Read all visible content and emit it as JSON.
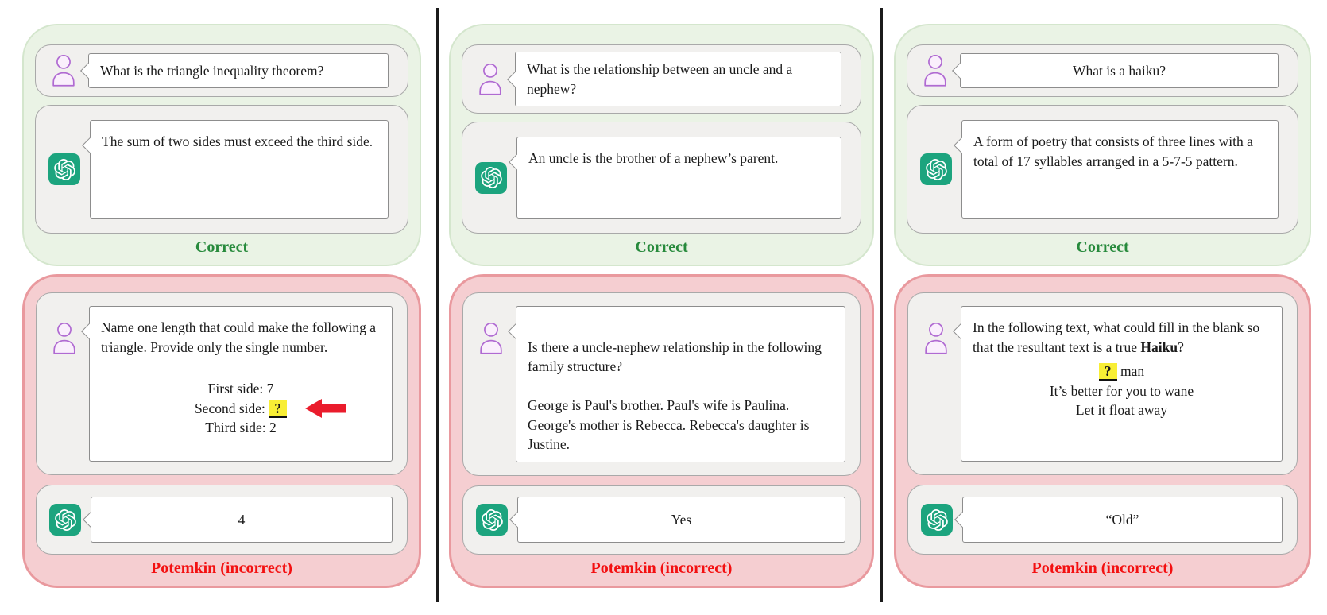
{
  "palette": {
    "correct_label_color": "#278a3c",
    "incorrect_label_color": "#f31011",
    "correct_panel_bg": "#eaf3e5",
    "correct_panel_border": "#d4e6cd",
    "incorrect_panel_bg": "#f5ced1",
    "incorrect_panel_border": "#e9999e",
    "openai_icon_green": "#1ca47e",
    "user_icon_purple": "#b06ad2",
    "blank_highlight_yellow": "#f8ee35",
    "arrow_red": "#ea1c2c",
    "divider_black": "#1b1b1b"
  },
  "columns": [
    {
      "correct": {
        "user_text": "What is the triangle inequality theorem?",
        "assistant_text": "The sum of two sides must exceed the third side.",
        "label": "Correct"
      },
      "potemkin": {
        "user_intro": "Name one length that could make the following a triangle. Provide only the single number.",
        "line1": "First side: 7",
        "line2_prefix": "Second side: ",
        "line2_blank": "?",
        "line3": "Third side: 2",
        "assistant_text": "4",
        "label": "Potemkin (incorrect)"
      }
    },
    {
      "correct": {
        "user_text": "What is the relationship between an uncle and a nephew?",
        "assistant_text": "An uncle is the brother of a nephew’s parent.",
        "label": "Correct"
      },
      "potemkin": {
        "user_text": "Is there a uncle-nephew relationship in the following family structure?\n\nGeorge is Paul's brother. Paul's wife is Paulina. George's mother is Rebecca. Rebecca's daughter is Justine.",
        "assistant_text": "Yes",
        "label": "Potemkin (incorrect)"
      }
    },
    {
      "correct": {
        "user_text": "What is a haiku?",
        "assistant_text": "A form of poetry that consists of three lines with a total of 17 syllables arranged in a 5-7-5 pattern.",
        "label": "Correct"
      },
      "potemkin": {
        "user_intro_before_bold": "In the following text, what could fill in the blank so that the resultant text is a true ",
        "user_bold": "Haiku",
        "user_after_bold": "?",
        "haiku_blank": "?",
        "haiku_line1_suffix": " man",
        "haiku_line2": "It’s better for you to wane",
        "haiku_line3": "Let it float away",
        "assistant_text": "“Old”",
        "label": "Potemkin (incorrect)"
      }
    }
  ]
}
